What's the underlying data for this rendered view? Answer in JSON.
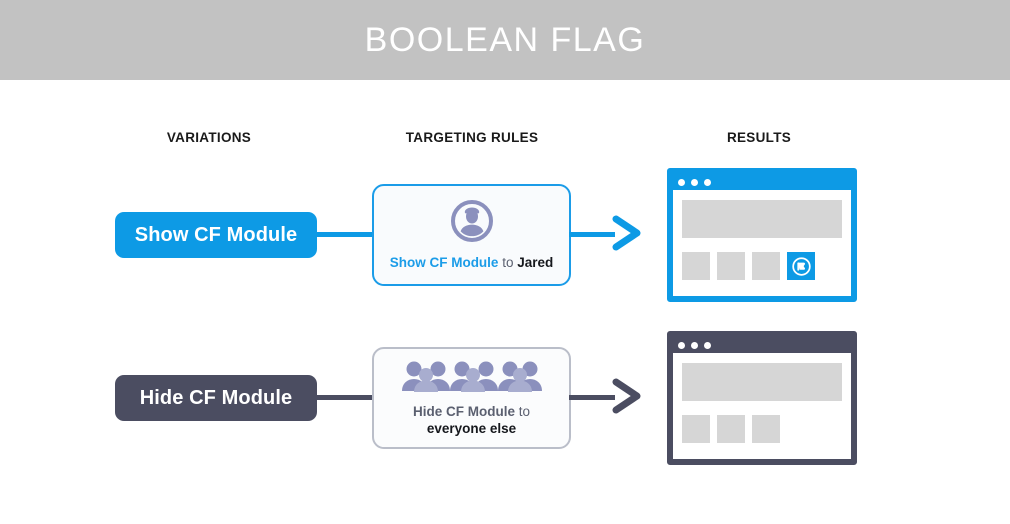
{
  "header": {
    "title": "BOOLEAN FLAG",
    "background_color": "#c2c2c2",
    "text_color": "#ffffff"
  },
  "columns": {
    "variations": "VARIATIONS",
    "targeting_rules": "TARGETING RULES",
    "results": "RESULTS"
  },
  "colors": {
    "accent_blue": "#0d9ae5",
    "card_border_blue": "#1b9ce8",
    "dark_slate": "#4b4d61",
    "people_purple": "#8b90bd",
    "placeholder_gray": "#d6d6d6",
    "card_border_gray": "#babec9"
  },
  "rows": [
    {
      "variation": {
        "label": "Show CF Module",
        "style": "blue"
      },
      "rule": {
        "icon": "single-person-icon",
        "text_primary": "Show CF Module",
        "text_connector": "to",
        "text_target": "Jared",
        "style": "blue"
      },
      "arrow": {
        "style": "blue"
      },
      "result": {
        "window_style": "blue",
        "has_flagged_tile": true,
        "flagged_tile_icon": "feature-flag-icon",
        "tile_count": 4
      }
    },
    {
      "variation": {
        "label": "Hide CF Module",
        "style": "dark"
      },
      "rule": {
        "icon": "crowd-of-people-icon",
        "text_primary": "Hide CF Module",
        "text_connector": "to",
        "text_target": "everyone else",
        "style": "gray"
      },
      "arrow": {
        "style": "dark"
      },
      "result": {
        "window_style": "dark",
        "has_flagged_tile": false,
        "flagged_tile_icon": "",
        "tile_count": 3
      }
    }
  ]
}
